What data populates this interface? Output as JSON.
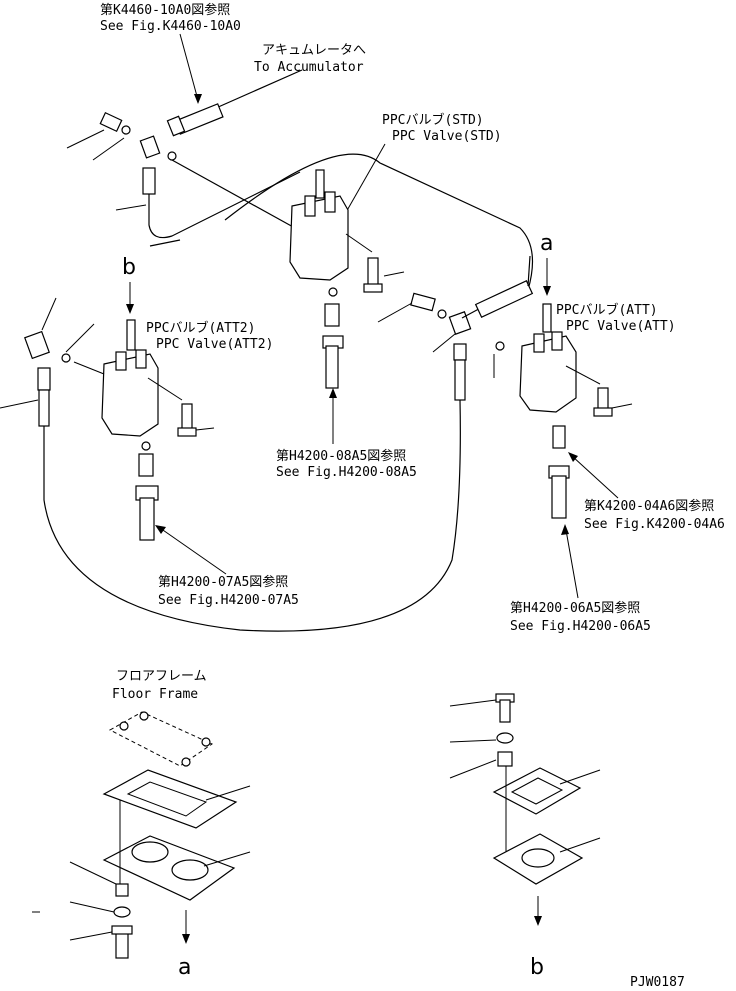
{
  "labels": {
    "ref_k4460_jp": "第K4460-10A0図参照",
    "ref_k4460_en": "See Fig.K4460-10A0",
    "accumulator_jp": "アキュムレータへ",
    "accumulator_en": "To Accumulator",
    "ppc_std_jp": "PPCバルブ(STD)",
    "ppc_std_en": "PPC Valve(STD)",
    "ppc_att2_jp": "PPCバルブ(ATT2)",
    "ppc_att2_en": "PPC Valve(ATT2)",
    "ppc_att_jp": "PPCバルブ(ATT)",
    "ppc_att_en": "PPC Valve(ATT)",
    "ref_h4200_08_jp": "第H4200-08A5図参照",
    "ref_h4200_08_en": "See Fig.H4200-08A5",
    "ref_k4200_04_jp": "第K4200-04A6図参照",
    "ref_k4200_04_en": "See Fig.K4200-04A6",
    "ref_h4200_07_jp": "第H4200-07A5図参照",
    "ref_h4200_07_en": "See Fig.H4200-07A5",
    "ref_h4200_06_jp": "第H4200-06A5図参照",
    "ref_h4200_06_en": "See Fig.H4200-06A5",
    "floor_frame_jp": "フロアフレーム",
    "floor_frame_en": "Floor Frame",
    "marker_a": "a",
    "marker_b": "b",
    "drawing_code": "PJW0187"
  }
}
